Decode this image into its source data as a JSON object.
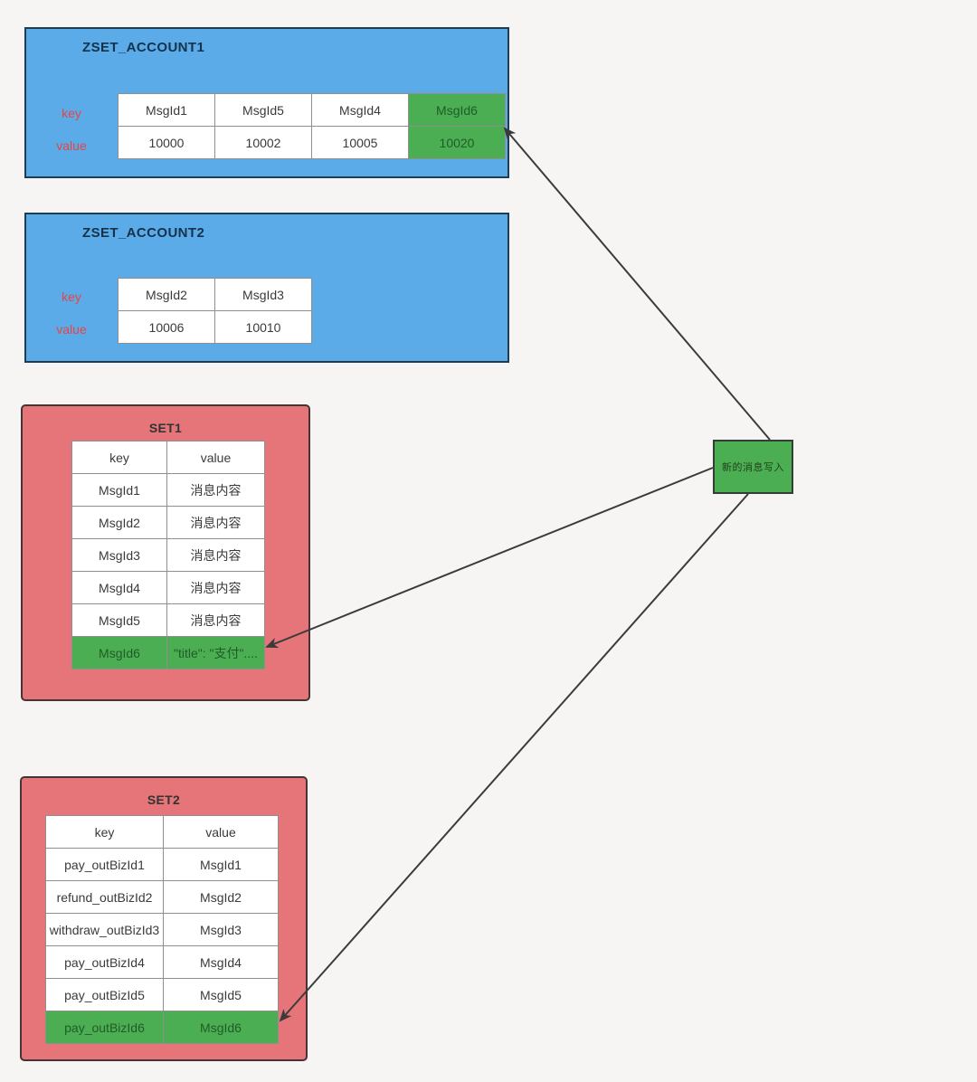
{
  "colors": {
    "background": "#f6f5f3",
    "blue_fill": "#5babe9",
    "blue_border": "#1e3d55",
    "red_fill": "#e57579",
    "red_border": "#463434",
    "green_fill": "#4cae52",
    "label_red": "#e64542",
    "arrow": "#3b3b3b"
  },
  "zset_account1": {
    "title": "ZSET_ACCOUNT1",
    "row_labels": {
      "key": "key",
      "value": "value"
    },
    "columns": [
      {
        "key": "MsgId1",
        "value": "10000"
      },
      {
        "key": "MsgId5",
        "value": "10002"
      },
      {
        "key": "MsgId4",
        "value": "10005"
      },
      {
        "key": "MsgId6",
        "value": "10020"
      }
    ]
  },
  "zset_account2": {
    "title": "ZSET_ACCOUNT2",
    "row_labels": {
      "key": "key",
      "value": "value"
    },
    "columns": [
      {
        "key": "MsgId2",
        "value": "10006"
      },
      {
        "key": "MsgId3",
        "value": "10010"
      }
    ]
  },
  "set1": {
    "title": "SET1",
    "headers": {
      "key": "key",
      "value": "value"
    },
    "rows": [
      {
        "key": "MsgId1",
        "value": "消息内容"
      },
      {
        "key": "MsgId2",
        "value": "消息内容"
      },
      {
        "key": "MsgId3",
        "value": "消息内容"
      },
      {
        "key": "MsgId4",
        "value": "消息内容"
      },
      {
        "key": "MsgId5",
        "value": "消息内容"
      },
      {
        "key": "MsgId6",
        "value": "\"title\": \"支付\"...."
      }
    ]
  },
  "set2": {
    "title": "SET2",
    "headers": {
      "key": "key",
      "value": "value"
    },
    "rows": [
      {
        "key": "pay_outBizId1",
        "value": "MsgId1"
      },
      {
        "key": "refund_outBizId2",
        "value": "MsgId2"
      },
      {
        "key": "withdraw_outBizId3",
        "value": "MsgId3"
      },
      {
        "key": "pay_outBizId4",
        "value": "MsgId4"
      },
      {
        "key": "pay_outBizId5",
        "value": "MsgId5"
      },
      {
        "key": "pay_outBizId6",
        "value": "MsgId6"
      }
    ]
  },
  "new_message_box": {
    "label": "新的消息写入"
  }
}
